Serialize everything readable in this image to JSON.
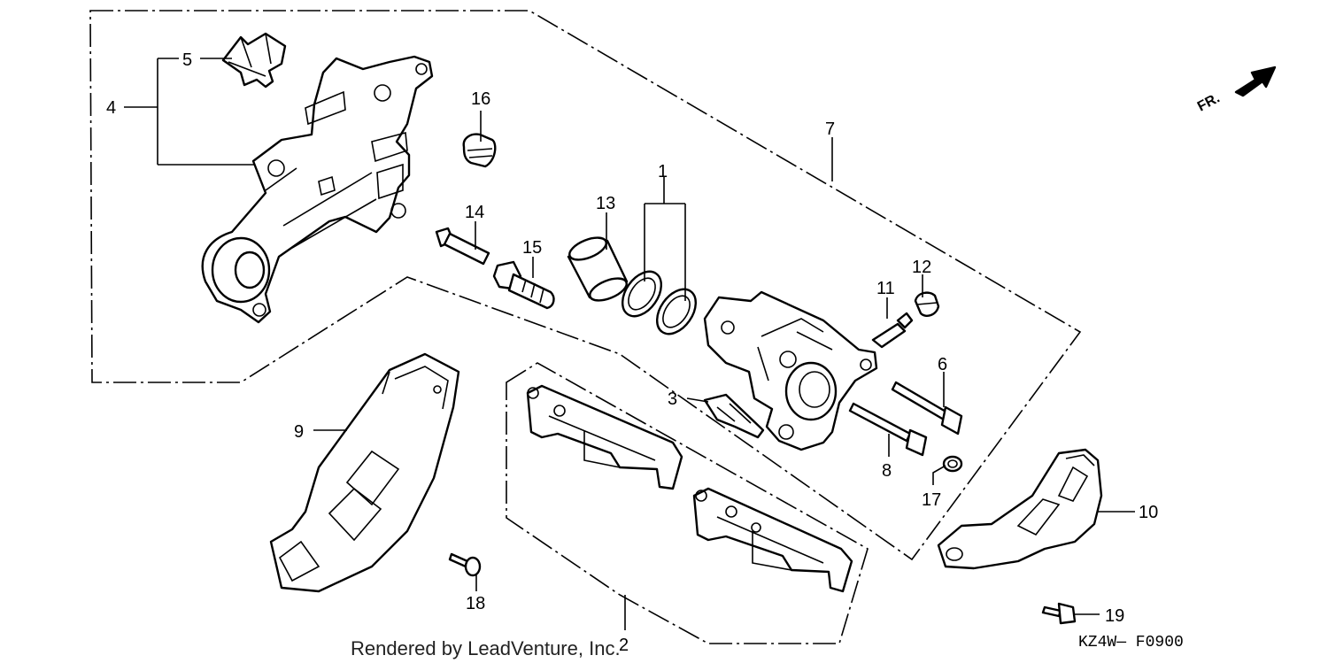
{
  "diagram": {
    "callouts": [
      {
        "id": "1",
        "label": "1"
      },
      {
        "id": "2",
        "label": "2"
      },
      {
        "id": "3",
        "label": "3"
      },
      {
        "id": "4",
        "label": "4"
      },
      {
        "id": "5",
        "label": "5"
      },
      {
        "id": "6",
        "label": "6"
      },
      {
        "id": "7",
        "label": "7"
      },
      {
        "id": "8",
        "label": "8"
      },
      {
        "id": "9",
        "label": "9"
      },
      {
        "id": "10",
        "label": "10"
      },
      {
        "id": "11",
        "label": "11"
      },
      {
        "id": "12",
        "label": "12"
      },
      {
        "id": "13",
        "label": "13"
      },
      {
        "id": "14",
        "label": "14"
      },
      {
        "id": "15",
        "label": "15"
      },
      {
        "id": "16",
        "label": "16"
      },
      {
        "id": "17",
        "label": "17"
      },
      {
        "id": "18",
        "label": "18"
      },
      {
        "id": "19",
        "label": "19"
      }
    ],
    "front_indicator": "FR.",
    "diagram_code": "KZ4W— F0900",
    "credit": "Rendered by LeadVenture, Inc."
  }
}
